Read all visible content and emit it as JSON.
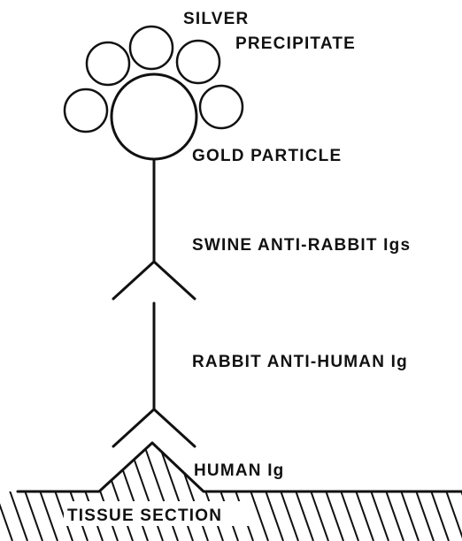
{
  "labels": {
    "silver_line1": "SILVER",
    "silver_line2": "PRECIPITATE",
    "gold": "GOLD PARTICLE",
    "swine": "SWINE ANTI-RABBIT Igs",
    "rabbit": "RABBIT ANTI-HUMAN Ig",
    "human": "HUMAN Ig",
    "tissue": "TISSUE SECTION"
  },
  "colors": {
    "ink": "#111111",
    "background": "#ffffff"
  }
}
